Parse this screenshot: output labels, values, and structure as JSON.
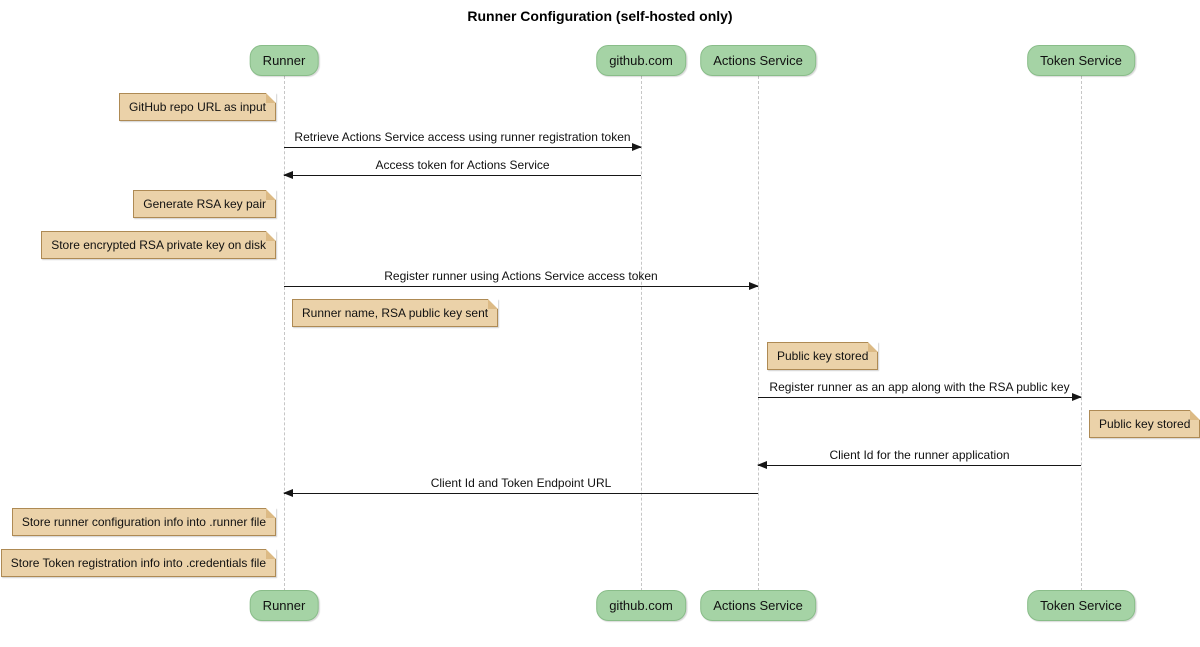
{
  "title": "Runner Configuration (self-hosted only)",
  "participants": [
    {
      "name": "Runner"
    },
    {
      "name": "github.com"
    },
    {
      "name": "Actions Service"
    },
    {
      "name": "Token Service"
    }
  ],
  "messages": [
    {
      "label": "Retrieve Actions Service access using runner registration token",
      "from": "Runner",
      "to": "github.com"
    },
    {
      "label": "Access token for Actions Service",
      "from": "github.com",
      "to": "Runner"
    },
    {
      "label": "Register runner using Actions Service access token",
      "from": "Runner",
      "to": "Actions Service"
    },
    {
      "label": "Register runner as an app along with the RSA public key",
      "from": "Actions Service",
      "to": "Token Service"
    },
    {
      "label": "Client Id for the runner application",
      "from": "Token Service",
      "to": "Actions Service"
    },
    {
      "label": "Client Id and Token Endpoint URL",
      "from": "Actions Service",
      "to": "Runner"
    }
  ],
  "notes": [
    {
      "text": "GitHub repo URL as input",
      "anchor": "Runner",
      "side": "left"
    },
    {
      "text": "Generate RSA key pair",
      "anchor": "Runner",
      "side": "left"
    },
    {
      "text": "Store encrypted RSA private key on disk",
      "anchor": "Runner",
      "side": "left"
    },
    {
      "text": "Runner name, RSA public key sent",
      "anchor": "Runner",
      "side": "right"
    },
    {
      "text": "Public key stored",
      "anchor": "Actions Service",
      "side": "right"
    },
    {
      "text": "Public key stored",
      "anchor": "Token Service",
      "side": "right"
    },
    {
      "text": "Store runner configuration info into .runner file",
      "anchor": "Runner",
      "side": "left"
    },
    {
      "text": "Store Token registration info into .credentials file",
      "anchor": "Runner",
      "side": "left"
    }
  ],
  "colors": {
    "participant_fill": "#a5d3a5",
    "participant_border": "#89bd89",
    "note_fill": "#ebd2a9",
    "note_border": "#ae8a54",
    "note_flap": "#dcba85",
    "lifeline": "#c6c6c6",
    "arrow": "#161616"
  }
}
